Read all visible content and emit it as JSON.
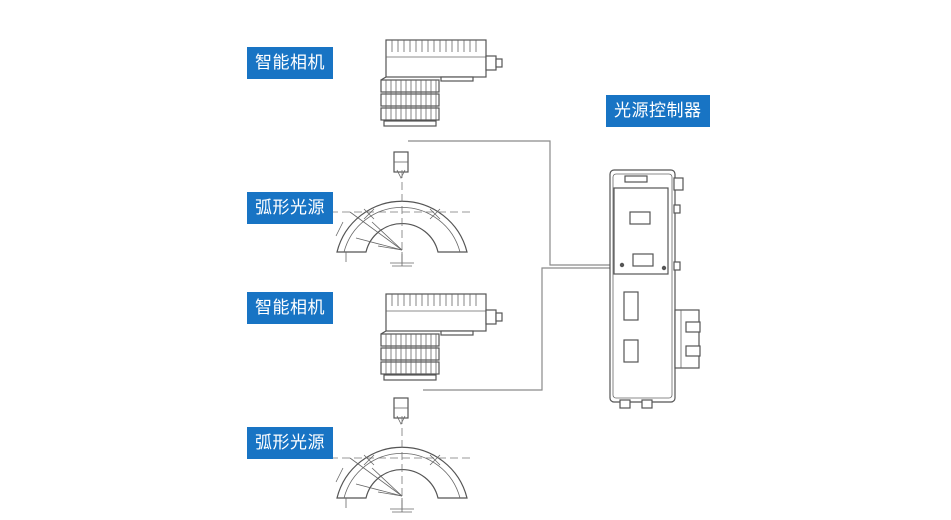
{
  "labels": {
    "camera": "智能相机",
    "arc_light": "弧形光源",
    "controller": "光源控制器"
  },
  "colors": {
    "label_bg": "#1874c4",
    "label_text": "#ffffff",
    "line": "#555555",
    "wire": "#8a8a8a"
  }
}
